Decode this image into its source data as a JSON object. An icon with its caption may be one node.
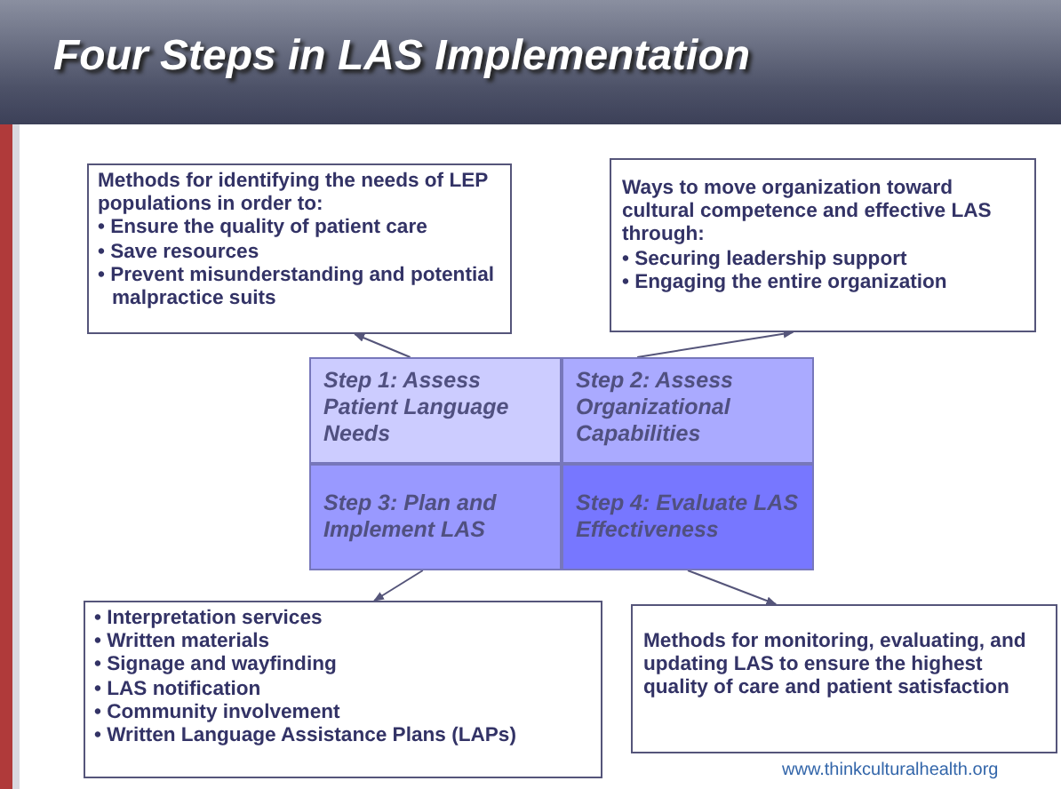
{
  "diagram": {
    "title": "Four Steps in LAS Implementation",
    "nodes": [
      {
        "text": [
          "Methods for identifying the needs of LEP populations in order to:",
          "• Ensure the quality of patient care",
          "• Save resources",
          "• Prevent misunderstanding and potential malpractice suits"
        ]
      },
      {
        "text": [
          "Ways to move organization toward cultural competence and effective LAS through:",
          "• Securing leadership support",
          "• Engaging the entire organization"
        ]
      },
      {
        "text": [
          "Step 1: Assess Patient Language Needs"
        ]
      },
      {
        "text": [
          "Step 2: Assess Organizational Capabilities"
        ]
      },
      {
        "text": [
          "Step 3: Plan and Implement LAS"
        ]
      },
      {
        "text": [
          "Step 4: Evaluate LAS Effectiveness"
        ]
      },
      {
        "text": [
          "• Interpretation services",
          "• Written materials",
          "• Signage and wayfinding",
          "• LAS notification",
          "• Community involvement",
          "• Written Language Assistance Plans (LAPs)"
        ]
      },
      {
        "text": [
          "Methods for monitoring, evaluating, and updating LAS to ensure the highest quality of care and patient satisfaction"
        ]
      }
    ],
    "edges": [
      {
        "from": 2,
        "to": 0,
        "arrow": "to"
      },
      {
        "from": 3,
        "to": 1,
        "arrow": "to"
      },
      {
        "from": 4,
        "to": 6,
        "arrow": "to"
      },
      {
        "from": 5,
        "to": 7,
        "arrow": "to"
      }
    ],
    "labels": [
      "www.thinkculturalhealth.org"
    ]
  }
}
